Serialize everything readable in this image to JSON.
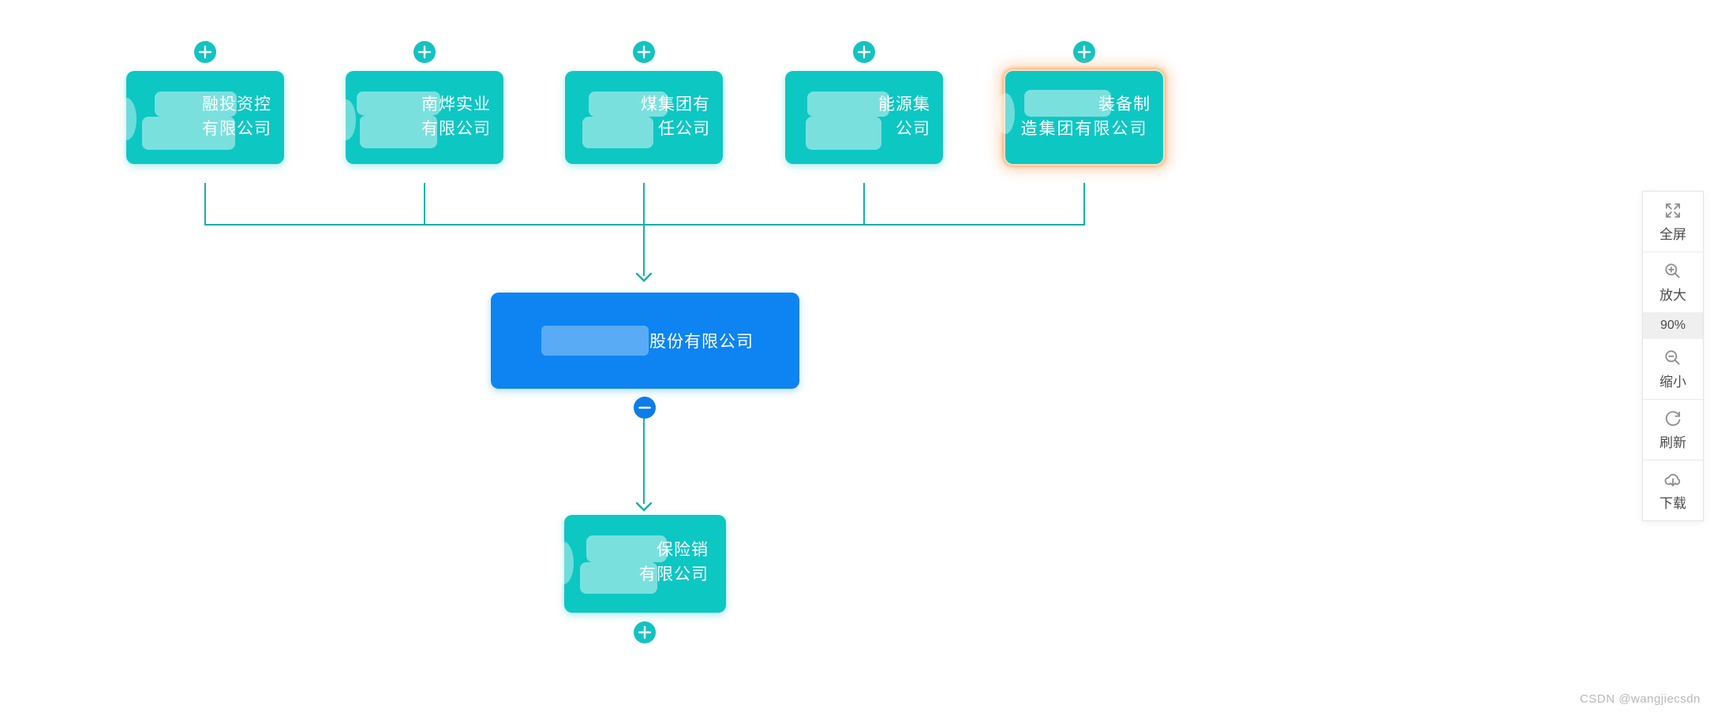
{
  "org_chart": {
    "parents": [
      {
        "name_line1": "融投资控",
        "name_line2": "有限公司",
        "highlighted": false
      },
      {
        "name_line1": "南烨实业",
        "name_line2": "有限公司",
        "highlighted": false
      },
      {
        "name_line1": "煤集团有",
        "name_line2": "任公司",
        "highlighted": false
      },
      {
        "name_line1": "能源集",
        "name_line2": "公司",
        "highlighted": false
      },
      {
        "name_line1": "装备制",
        "name_line2": "造集团有限公司",
        "highlighted": true
      }
    ],
    "root": {
      "name": "股份有限公司"
    },
    "child": {
      "name_line1": "保险销",
      "name_line2": "有限公司"
    }
  },
  "toolbar": {
    "fullscreen_label": "全屏",
    "zoom_in_label": "放大",
    "zoom_level": "90%",
    "zoom_out_label": "缩小",
    "refresh_label": "刷新",
    "download_label": "下载"
  },
  "watermark": "CSDN @wangjiecsdn",
  "colors": {
    "node_cyan": "#0dc7c3",
    "node_blue": "#0d84f2",
    "connector_teal": "#15b0ab",
    "highlight_glow": "#f5a84e",
    "toolbar_zoom_bg": "#efefef"
  }
}
